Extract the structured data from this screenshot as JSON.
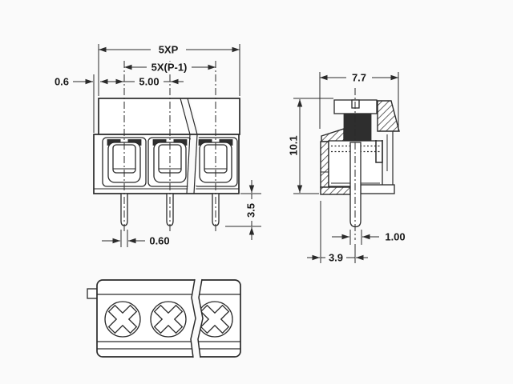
{
  "colors": {
    "line": "#2a2a2a",
    "thread_fill": "#2e2e2e",
    "background": "#fafafa"
  },
  "front_view": {
    "dim_total_width": "5XP",
    "dim_contact_span": "5X(P-1)",
    "dim_pitch": "5.00",
    "dim_body_offset": "0.6",
    "dim_pin_length": "3.5",
    "dim_pin_width": "0.60"
  },
  "side_view": {
    "dim_body_width": "7.7",
    "dim_body_height": "10.1",
    "dim_pin_diameter": "1.00",
    "dim_pin_to_edge": "3.9"
  }
}
